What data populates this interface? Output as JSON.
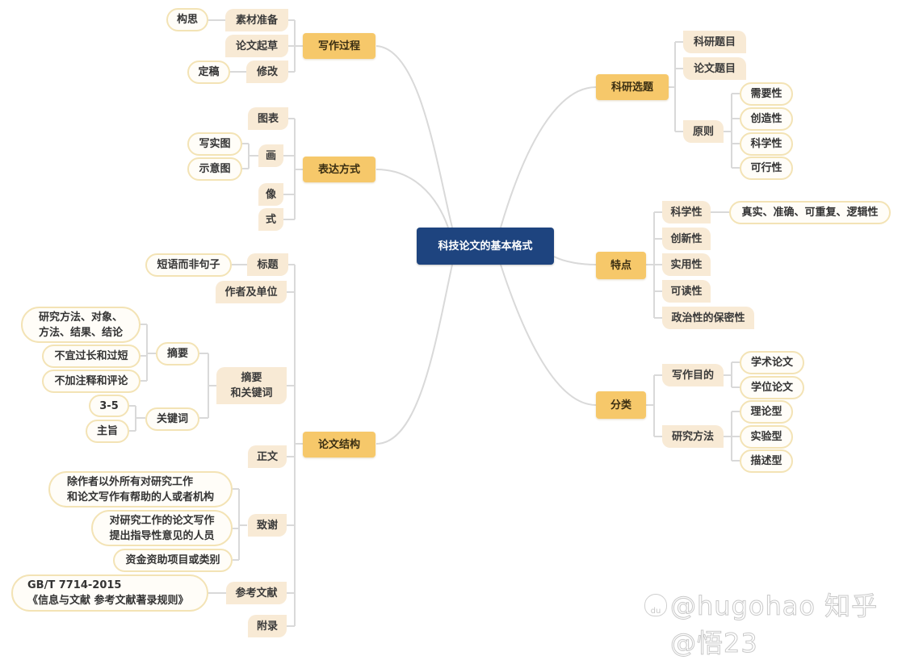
{
  "root": {
    "label": "科技论文的基本格式"
  },
  "colors": {
    "root": "#1e447f",
    "main": "#f6c86a",
    "sub": "#f8ead5",
    "pill_border": "#f3e3b5",
    "line": "#d9d9d9"
  },
  "branches": {
    "writing_process": {
      "label": "写作过程",
      "children": [
        {
          "label": "素材准备",
          "children": [
            {
              "label": "构思"
            }
          ]
        },
        {
          "label": "论文起草"
        },
        {
          "label": "修改",
          "children": [
            {
              "label": "定稿"
            }
          ]
        }
      ]
    },
    "expression": {
      "label": "表达方式",
      "children": [
        {
          "label": "图表"
        },
        {
          "label": "画",
          "children": [
            {
              "label": "写实图"
            },
            {
              "label": "示意图"
            }
          ]
        },
        {
          "label": "像"
        },
        {
          "label": "式"
        }
      ]
    },
    "structure": {
      "label": "论文结构",
      "children": [
        {
          "label": "标题",
          "children": [
            {
              "label": "短语而非句子"
            }
          ]
        },
        {
          "label": "作者及单位"
        },
        {
          "label": "摘要\n和关键词",
          "children": [
            {
              "label": "摘要",
              "children": [
                {
                  "label": "研究方法、对象、\n方法、结果、结论"
                },
                {
                  "label": "不宜过长和过短"
                },
                {
                  "label": "不加注释和评论"
                }
              ]
            },
            {
              "label": "关键词",
              "children": [
                {
                  "label": "3-5"
                },
                {
                  "label": "主旨"
                }
              ]
            }
          ]
        },
        {
          "label": "正文"
        },
        {
          "label": "致谢",
          "children": [
            {
              "label": "除作者以外所有对研究工作\n和论文写作有帮助的人或者机构"
            },
            {
              "label": "对研究工作的论文写作\n提出指导性意见的人员"
            },
            {
              "label": "资金资助项目或类别"
            }
          ]
        },
        {
          "label": "参考文献",
          "children": [
            {
              "label": "GB/T 7714-2015\n《信息与文献 参考文献著录规则》"
            }
          ]
        },
        {
          "label": "附录"
        }
      ]
    },
    "topic_selection": {
      "label": "科研选题",
      "children": [
        {
          "label": "科研题目"
        },
        {
          "label": "论文题目"
        },
        {
          "label": "原则",
          "children": [
            {
              "label": "需要性"
            },
            {
              "label": "创造性"
            },
            {
              "label": "科学性"
            },
            {
              "label": "可行性"
            }
          ]
        }
      ]
    },
    "features": {
      "label": "特点",
      "children": [
        {
          "label": "科学性",
          "children": [
            {
              "label": "真实、准确、可重复、逻辑性"
            }
          ]
        },
        {
          "label": "创新性"
        },
        {
          "label": "实用性"
        },
        {
          "label": "可读性"
        },
        {
          "label": "政治性的保密性"
        }
      ]
    },
    "classification": {
      "label": "分类",
      "children": [
        {
          "label": "写作目的",
          "children": [
            {
              "label": "学术论文"
            },
            {
              "label": "学位论文"
            }
          ]
        },
        {
          "label": "研究方法",
          "children": [
            {
              "label": "理论型"
            },
            {
              "label": "实验型"
            },
            {
              "label": "描述型"
            }
          ]
        }
      ]
    }
  },
  "watermark": {
    "text": "@hugohao 知乎 @悟23"
  }
}
